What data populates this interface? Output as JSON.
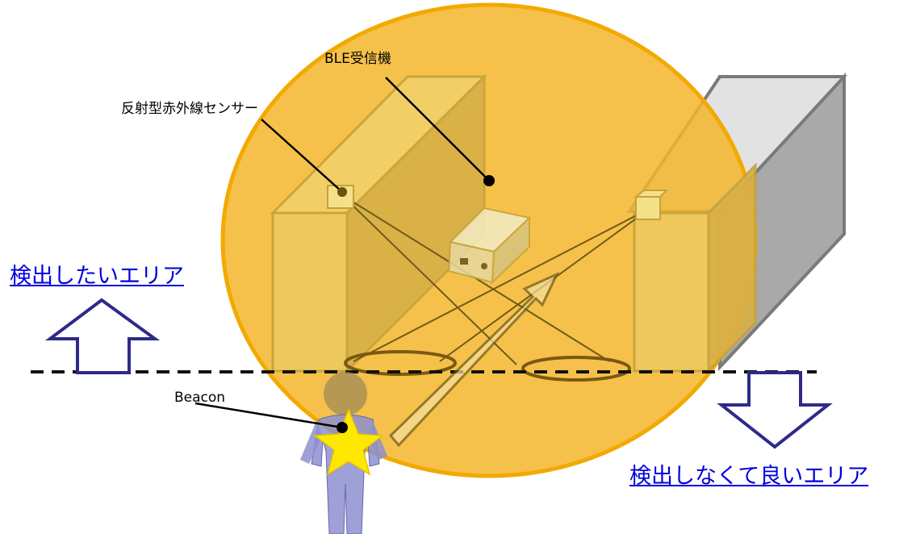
{
  "labels": {
    "ble_receiver": "BLE受信機",
    "ir_sensor": "反射型赤外線センサー",
    "beacon": "Beacon"
  },
  "areas": {
    "detect_area": "検出したいエリア",
    "no_detect_area": "検出しなくて良いエリア"
  },
  "colors": {
    "range_circle": "#f5b62a",
    "range_circle_edge": "#f2a900",
    "wall_gray": "#b5b5b5",
    "wall_outline": "#7a7a7a",
    "arrow_outline": "#2e2a8a",
    "link": "#0000dd",
    "person": "#8d8fd0",
    "person_head": "#a08a5a",
    "star": "#ffe800",
    "sensor_beam": "#6e5a1a"
  },
  "icons": {
    "up_arrow": "hollow-up-arrow-icon",
    "down_arrow": "hollow-down-arrow-icon",
    "star": "star-icon",
    "receiver_device": "ble-receiver-device-icon",
    "sensor_cube": "sensor-cube-icon"
  }
}
